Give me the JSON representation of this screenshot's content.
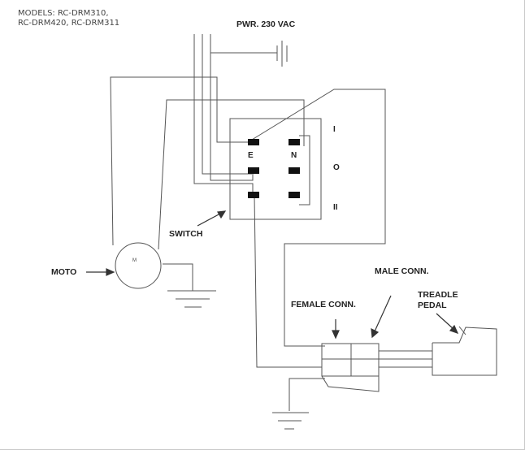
{
  "models": {
    "line1": "MODELS: RC-DRM310,",
    "line2": "RC-DRM420, RC-DRM311"
  },
  "labels": {
    "power": "PWR. 230 VAC",
    "switch": "SWITCH",
    "motor": "MOTO",
    "motor_symbol": "M",
    "female_conn": "FEMALE CONN.",
    "male_conn": "MALE CONN.",
    "treadle_line1": "TREADLE",
    "treadle_line2": "PEDAL"
  },
  "switch_positions": [
    "I",
    "O",
    "II"
  ],
  "terminals": {
    "e": "E",
    "n": "N"
  },
  "colors": {
    "line": "#555555",
    "terminal": "#111111",
    "text": "#222222"
  }
}
